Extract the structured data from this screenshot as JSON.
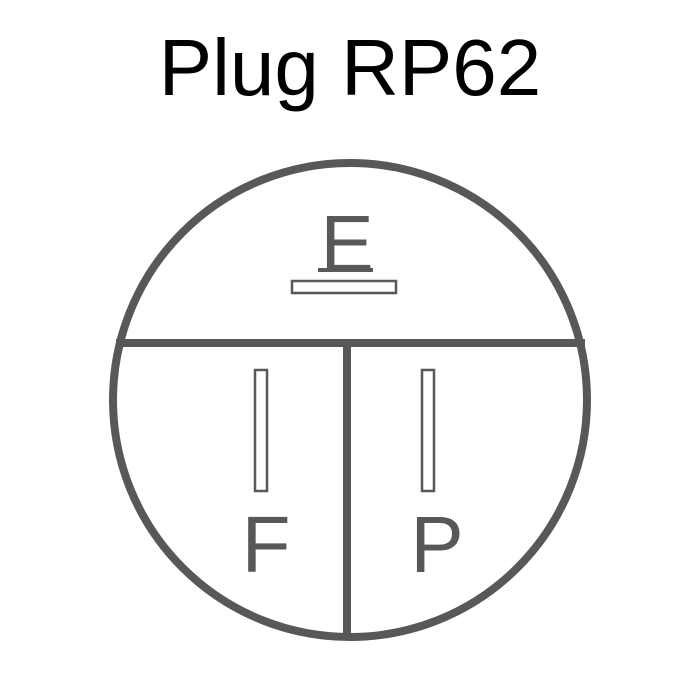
{
  "title": "Plug RP62",
  "colors": {
    "line": "#58585b",
    "title": "#000000",
    "background": "#ffffff"
  },
  "pins": {
    "earth": {
      "label": "E"
    },
    "left": {
      "label": "F"
    },
    "right": {
      "label": "P"
    }
  }
}
